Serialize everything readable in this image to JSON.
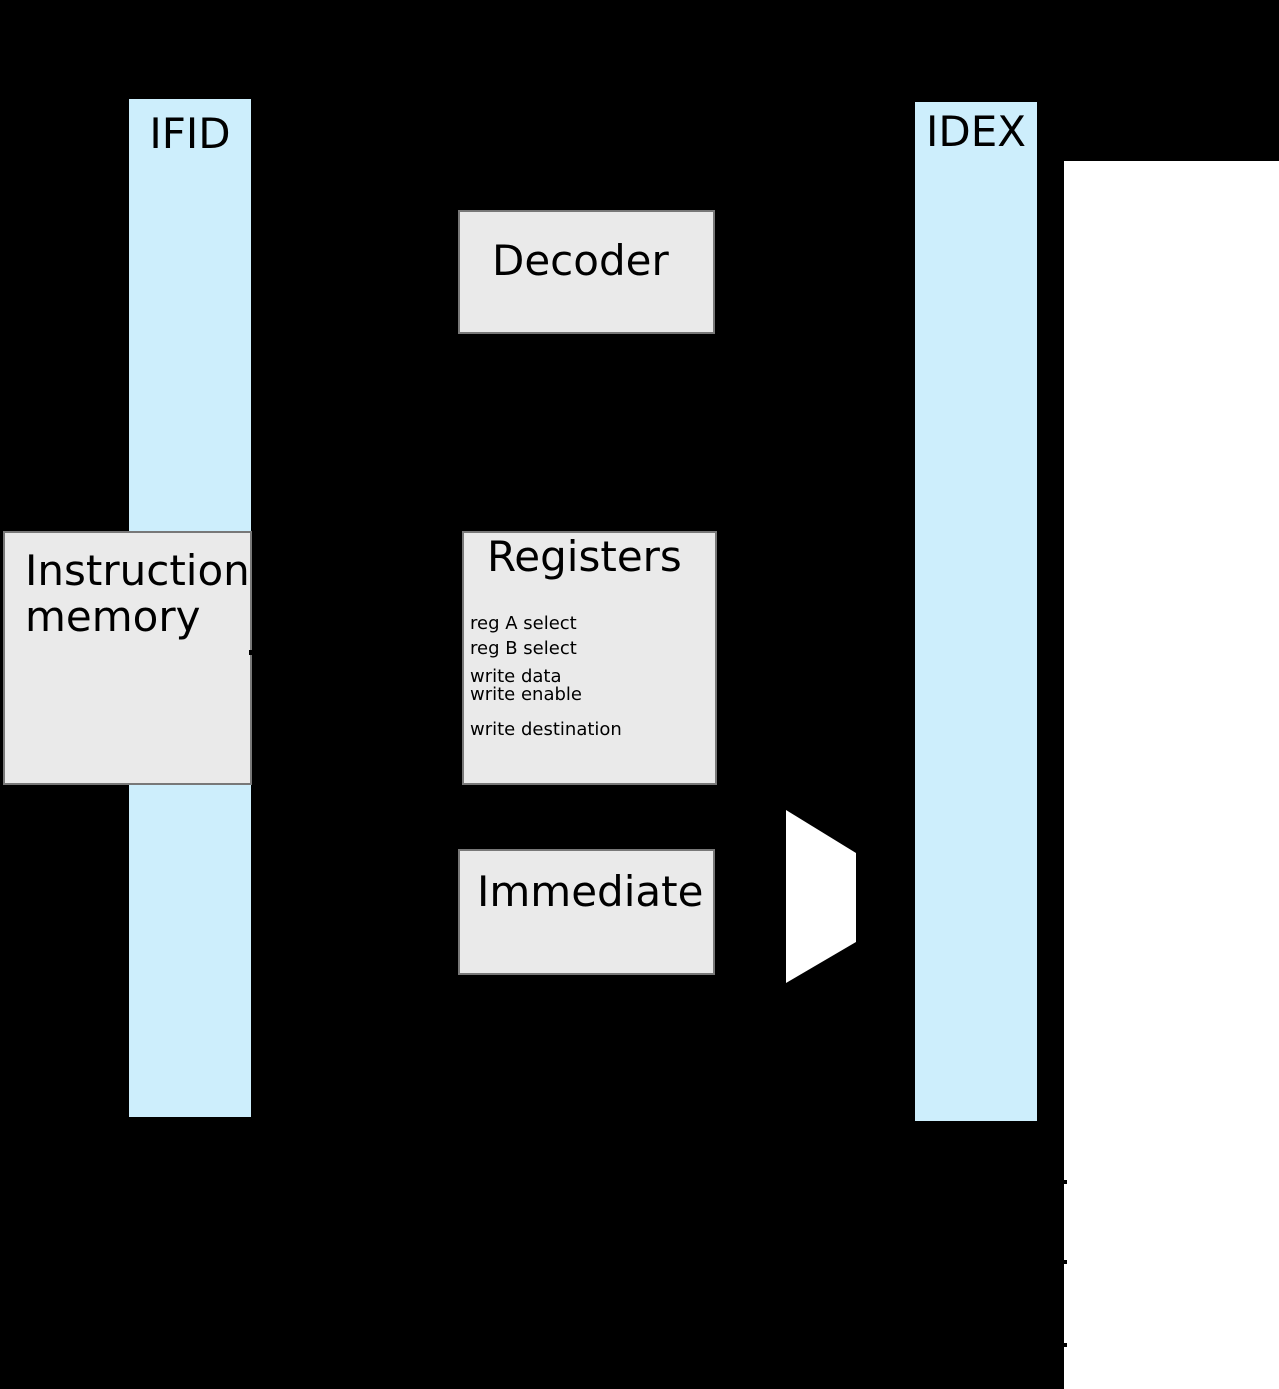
{
  "pipeline": {
    "ifid": {
      "label": "IFID"
    },
    "idex": {
      "label": "IDEX"
    },
    "decoder": {
      "label": "Decoder"
    },
    "instruction_memory": {
      "label": "Instruction memory"
    },
    "registers": {
      "label": "Registers",
      "ports": [
        "reg A select",
        "reg B select",
        "write data",
        "write enable",
        "write destination"
      ]
    },
    "immediate": {
      "label": "Immediate"
    },
    "colors": {
      "background": "#000000",
      "register_bar_fill": "#cdeefc",
      "register_bar_border": "#000000",
      "block_fill": "#eaeaea",
      "block_border": "#787878",
      "mux_fill": "#ffffff",
      "stage_area_fill": "#ffffff",
      "text": "#000000"
    }
  }
}
